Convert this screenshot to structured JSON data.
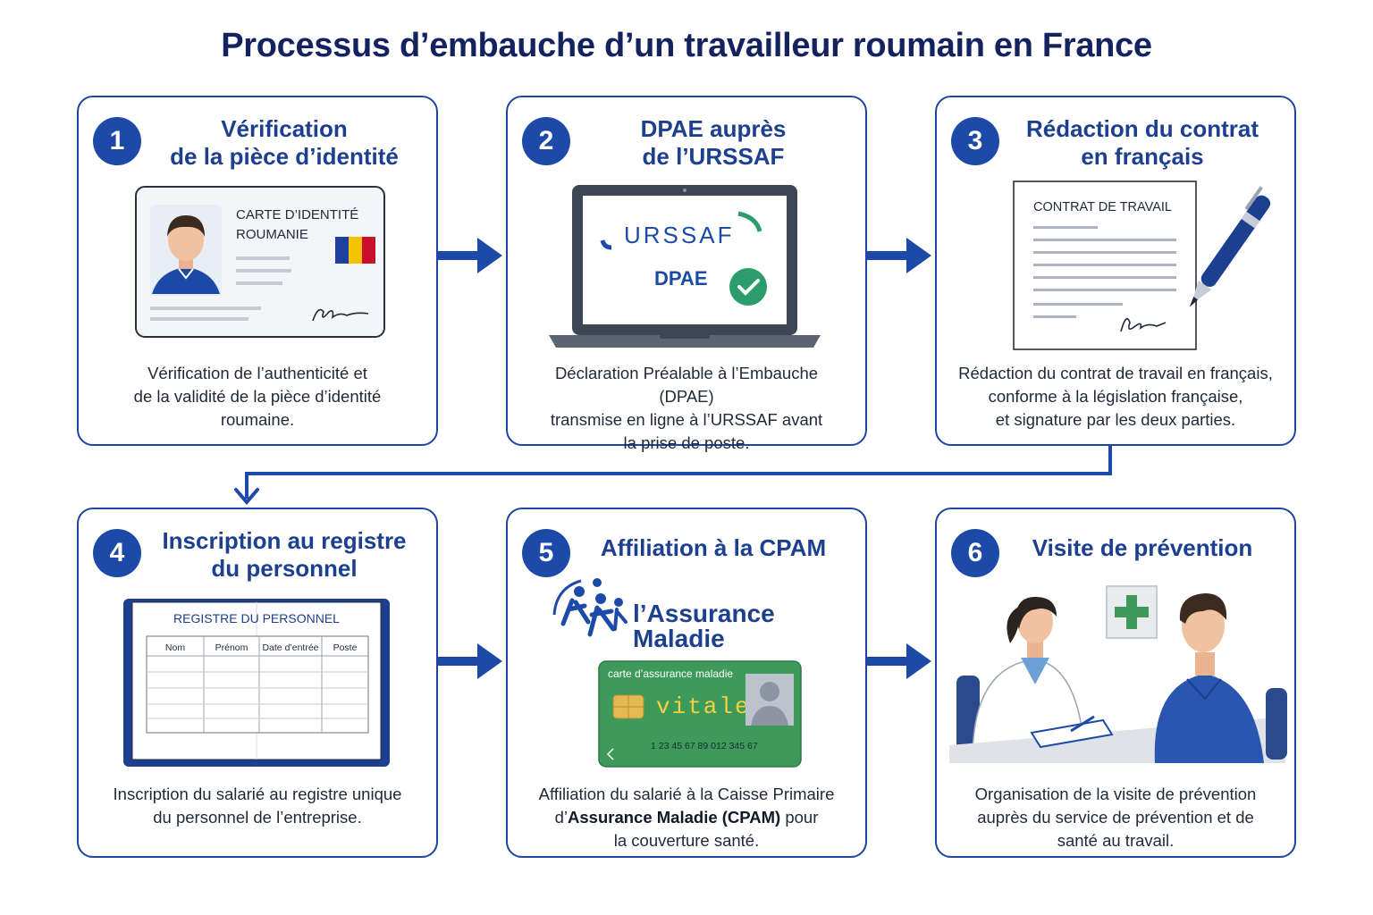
{
  "title": "Processus d’embauche d’un travailleur roumain en France",
  "colors": {
    "primary": "#1d4aa8",
    "title": "#14235f",
    "border": "#1f45a3",
    "green": "#3d9a5b"
  },
  "steps": [
    {
      "number": "1",
      "title_line1": "Vérification",
      "title_line2": "de la pièce d’identité",
      "illustration": {
        "icon": "id-card-icon",
        "card_line1": "CARTE D’IDENTITÉ",
        "card_line2": "ROUMANIE"
      },
      "desc_line1": "Vérification de l’authenticité et",
      "desc_line2": "de la validité de la pièce d’identité",
      "desc_line3": "roumaine."
    },
    {
      "number": "2",
      "title_line1": "DPAE auprès",
      "title_line2": "de l’URSSAF",
      "illustration": {
        "icon": "laptop-icon",
        "logo": "URSSAF",
        "label": "DPAE"
      },
      "desc_line1": "Déclaration Préalable à l’Embauche (DPAE)",
      "desc_line2": "transmise en ligne à l’URSSAF avant",
      "desc_line3": "la prise de poste."
    },
    {
      "number": "3",
      "title_line1": "Rédaction du contrat",
      "title_line2": "en français",
      "illustration": {
        "icon": "contract-icon",
        "doc_title": "CONTRAT DE TRAVAIL"
      },
      "desc_line1": "Rédaction du contrat de travail en français,",
      "desc_line2": "conforme à la législation française,",
      "desc_line3": "et signature par les deux parties."
    },
    {
      "number": "4",
      "title_line1": "Inscription au registre",
      "title_line2": "du personnel",
      "illustration": {
        "icon": "register-book-icon",
        "book_title": "REGISTRE DU PERSONNEL",
        "columns": [
          "Nom",
          "Prénom",
          "Date d’entrée",
          "Poste"
        ]
      },
      "desc_line1": "Inscription du salarié au registre unique",
      "desc_line2": "du personnel de l’entreprise.",
      "desc_line3": ""
    },
    {
      "number": "5",
      "title_line1": "Affiliation à la CPAM",
      "title_line2": "",
      "illustration": {
        "icon": "health-card-icon",
        "logo_line1": "l’Assurance",
        "logo_line2": "Maladie",
        "card_label": "carte d’assurance maladie",
        "card_brand": "vitale",
        "card_number": "1 23 45 67 89 012 345 67"
      },
      "desc_line1": "Affiliation du salarié à la Caisse Primaire",
      "desc_line2a": "d’",
      "desc_line2b": "Assurance Maladie (CPAM)",
      "desc_line2c": " pour",
      "desc_line3": "la couverture santé."
    },
    {
      "number": "6",
      "title_line1": "Visite de prévention",
      "title_line2": "",
      "illustration": {
        "icon": "medical-visit-icon"
      },
      "desc_line1": "Organisation de la visite de prévention",
      "desc_line2": "auprès du service de prévention et de",
      "desc_line3": "santé au travail."
    }
  ]
}
